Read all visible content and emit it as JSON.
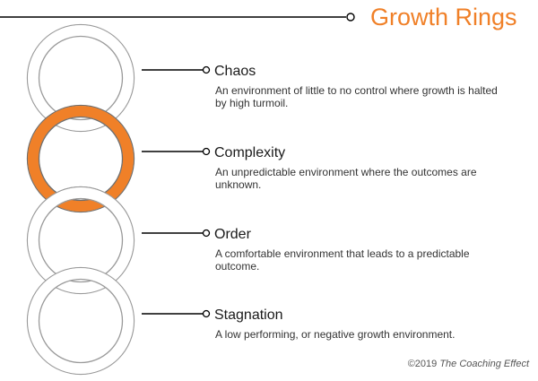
{
  "title": "Growth Rings",
  "colors": {
    "accent": "#f08028",
    "ring_fill": "#ffffff",
    "ring_stroke": "#9a9a9a",
    "line": "#000000",
    "text": "#1a1a1a"
  },
  "rings": [
    {
      "label": "Chaos",
      "description": "An environment of little to no control where growth is halted by high turmoil.",
      "highlighted": false
    },
    {
      "label": "Complexity",
      "description": "An unpredictable environment where the outcomes are unknown.",
      "highlighted": true
    },
    {
      "label": "Order",
      "description": "A comfortable environment that leads to a predictable outcome.",
      "highlighted": false
    },
    {
      "label": "Stagnation",
      "description": "A low performing, or negative growth environment.",
      "highlighted": false
    }
  ],
  "footer": {
    "copyright_prefix": "©2019",
    "copyright_name": "The Coaching Effect"
  }
}
